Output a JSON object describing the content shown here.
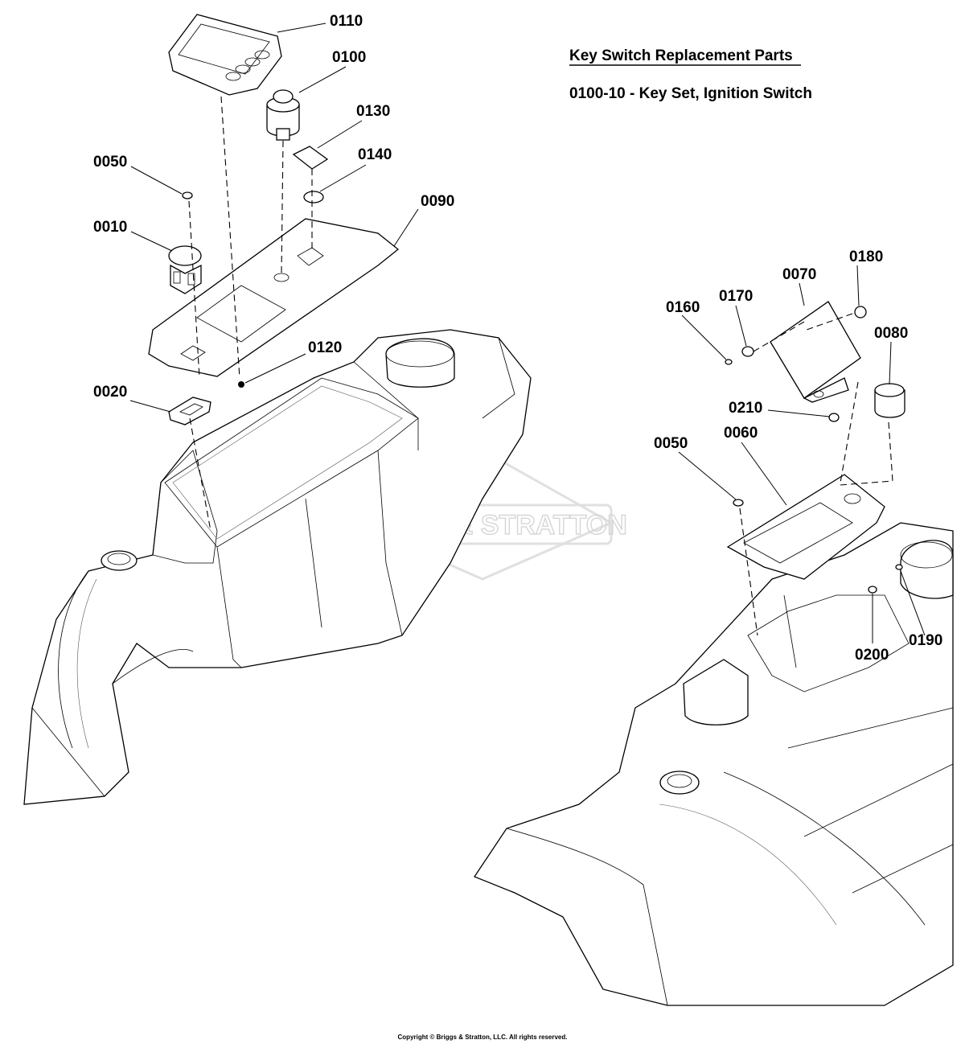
{
  "header": {
    "title": "Key Switch Replacement Parts",
    "line1": "0100-10 - Key Set, Ignition Switch"
  },
  "callouts": {
    "p0110": "0110",
    "p0100": "0100",
    "p0130": "0130",
    "p0140": "0140",
    "p0050a": "0050",
    "p0010": "0010",
    "p0090": "0090",
    "p0120": "0120",
    "p0020": "0020",
    "p0180": "0180",
    "p0070": "0070",
    "p0170": "0170",
    "p0160": "0160",
    "p0080": "0080",
    "p0210": "0210",
    "p0050b": "0050",
    "p0060": "0060",
    "p0200": "0200",
    "p0190": "0190"
  },
  "watermark": "BRIGGS & STRATTON",
  "copyright": "Copyright © Briggs & Stratton, LLC. All rights reserved."
}
